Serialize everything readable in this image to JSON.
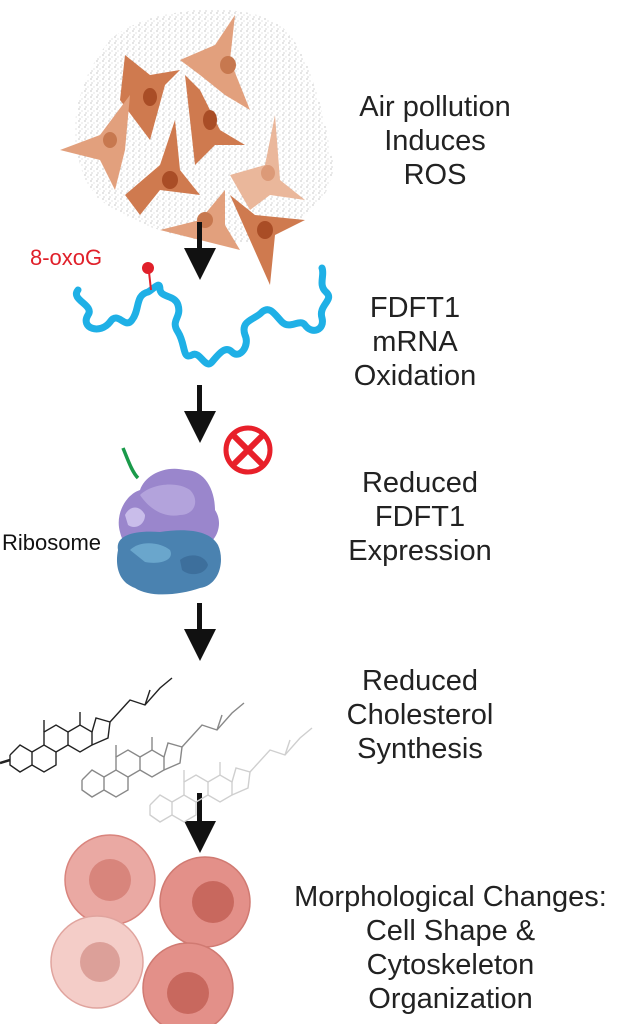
{
  "stages": [
    {
      "id": "air-pollution",
      "lines": [
        "Air pollution",
        "Induces",
        "ROS"
      ]
    },
    {
      "id": "mrna-oxidation",
      "lines": [
        "FDFT1",
        "mRNA",
        "Oxidation"
      ]
    },
    {
      "id": "reduced-expression",
      "lines": [
        "Reduced",
        "FDFT1",
        "Expression"
      ]
    },
    {
      "id": "reduced-cholesterol",
      "lines": [
        "Reduced",
        "Cholesterol",
        "Synthesis"
      ]
    },
    {
      "id": "morphological-changes",
      "lines": [
        "Morphological Changes:",
        "Cell Shape &",
        "Cytoskeleton",
        "Organization"
      ]
    }
  ],
  "annotations": {
    "oxog": "8-oxoG",
    "ribosome": "Ribosome"
  },
  "colors": {
    "rna": "#1fb0e6",
    "oxog": "#e0202a",
    "inhibit": "#e8202a",
    "arrow": "#111111",
    "cell_dark": "#cf7a4f",
    "cell_light": "#e8a987",
    "round_cell": "#e69a94"
  }
}
